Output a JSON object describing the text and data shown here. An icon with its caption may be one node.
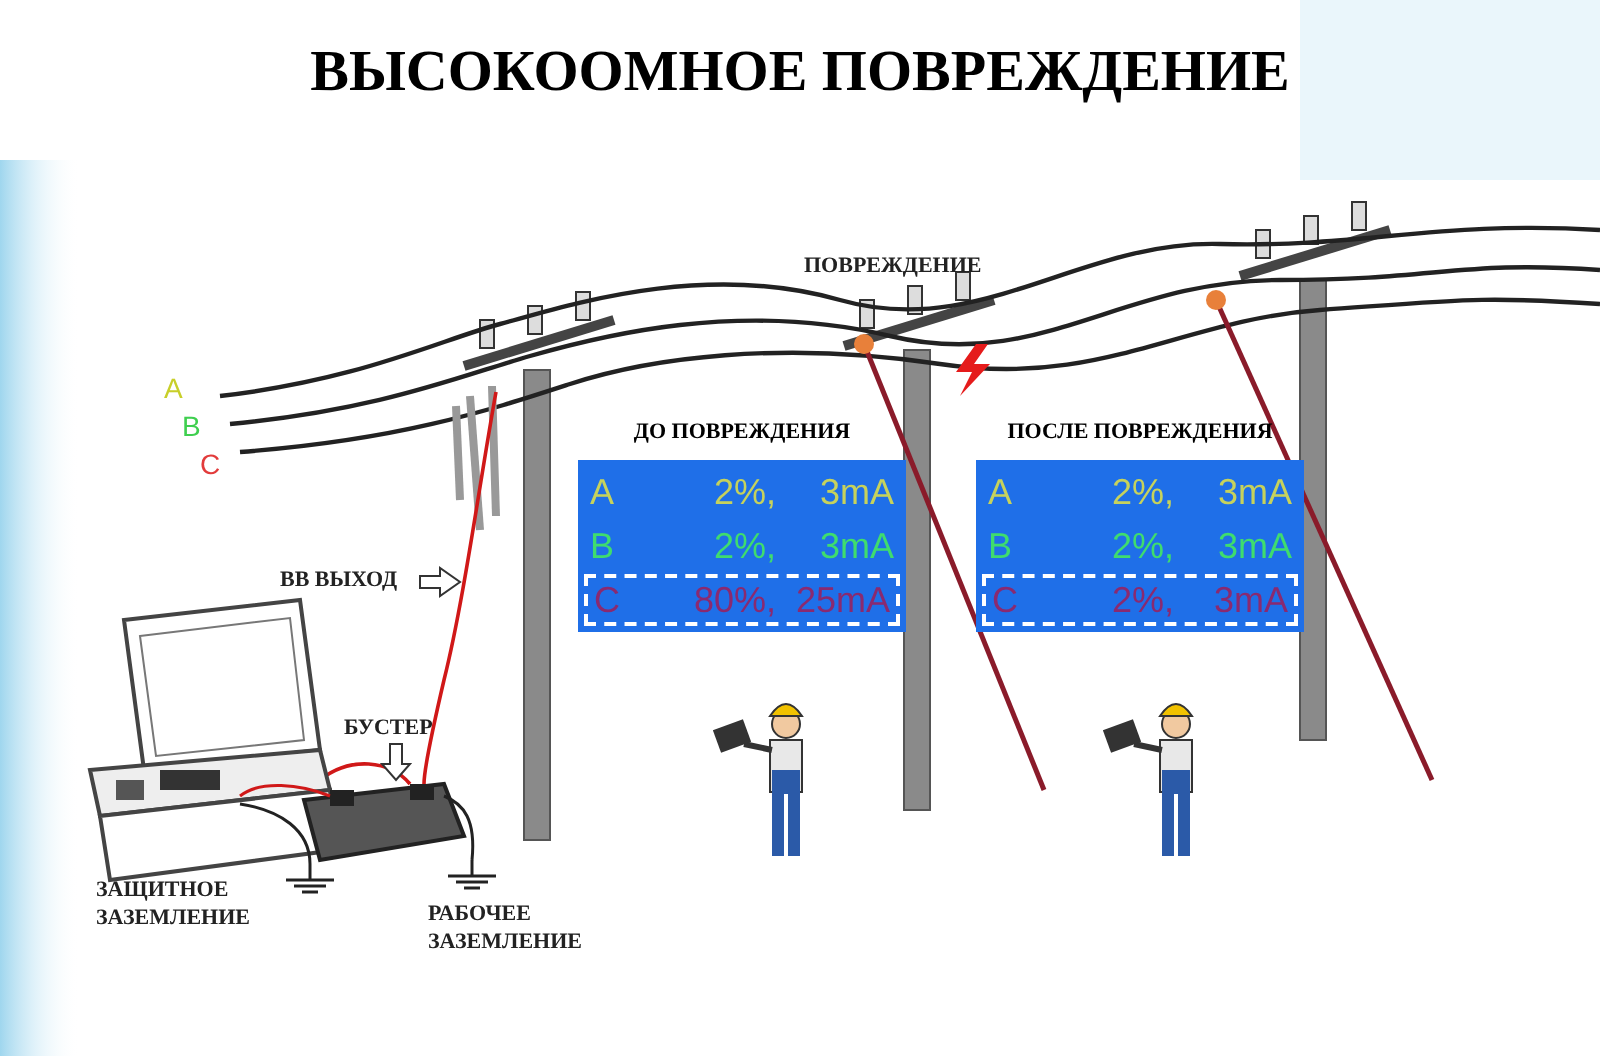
{
  "diagram": {
    "title": "ВЫСОКООМНОЕ ПОВРЕЖДЕНИЕ",
    "nodes": [
      {
        "text": [
          "ДО ПОВРЕЖДЕНИЯ",
          "A",
          "2%,",
          "3mA",
          "B",
          "2%,",
          "3mA"
        ]
      },
      {
        "text": [
          "C",
          "80%,",
          "25mA"
        ],
        "in": 0
      },
      {
        "text": [
          "ПОСЛЕ ПОВРЕЖДЕНИЯ",
          "A",
          "2%,",
          "3mA",
          "B",
          "2%,",
          "3mA"
        ]
      },
      {
        "text": [
          "C",
          "2%,",
          "3mA"
        ],
        "in": 2
      }
    ],
    "edges": [],
    "labels": [
      "ПОВРЕЖДЕНИЕ",
      "A",
      "B",
      "C",
      "ВВ ВЫХОД",
      "БУСТЕР",
      "ЗАЩИТНОЕ ЗАЗЕМЛЕНИЕ",
      "РАБОЧЕЕ ЗАЗЕМЛЕНИЕ"
    ]
  }
}
